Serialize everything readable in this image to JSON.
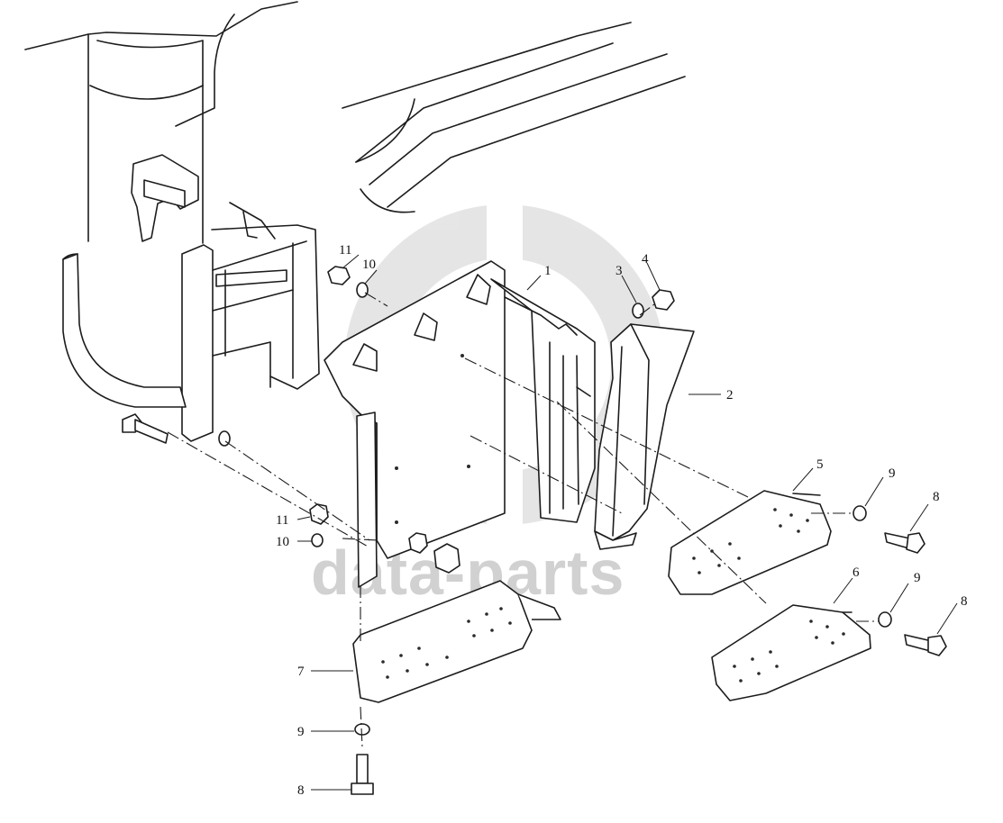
{
  "watermark": {
    "text": "data-parts",
    "color": "#9a9a9a"
  },
  "callouts": [
    {
      "id": "c1",
      "label": "1"
    },
    {
      "id": "c2",
      "label": "2"
    },
    {
      "id": "c3",
      "label": "3"
    },
    {
      "id": "c4",
      "label": "4"
    },
    {
      "id": "c5",
      "label": "5"
    },
    {
      "id": "c6",
      "label": "6"
    },
    {
      "id": "c7",
      "label": "7"
    },
    {
      "id": "c8a",
      "label": "8"
    },
    {
      "id": "c8b",
      "label": "8"
    },
    {
      "id": "c8c",
      "label": "8"
    },
    {
      "id": "c9a",
      "label": "9"
    },
    {
      "id": "c9b",
      "label": "9"
    },
    {
      "id": "c9c",
      "label": "9"
    },
    {
      "id": "c10a",
      "label": "10"
    },
    {
      "id": "c10b",
      "label": "10"
    },
    {
      "id": "c11a",
      "label": "11"
    },
    {
      "id": "c11b",
      "label": "11"
    }
  ]
}
